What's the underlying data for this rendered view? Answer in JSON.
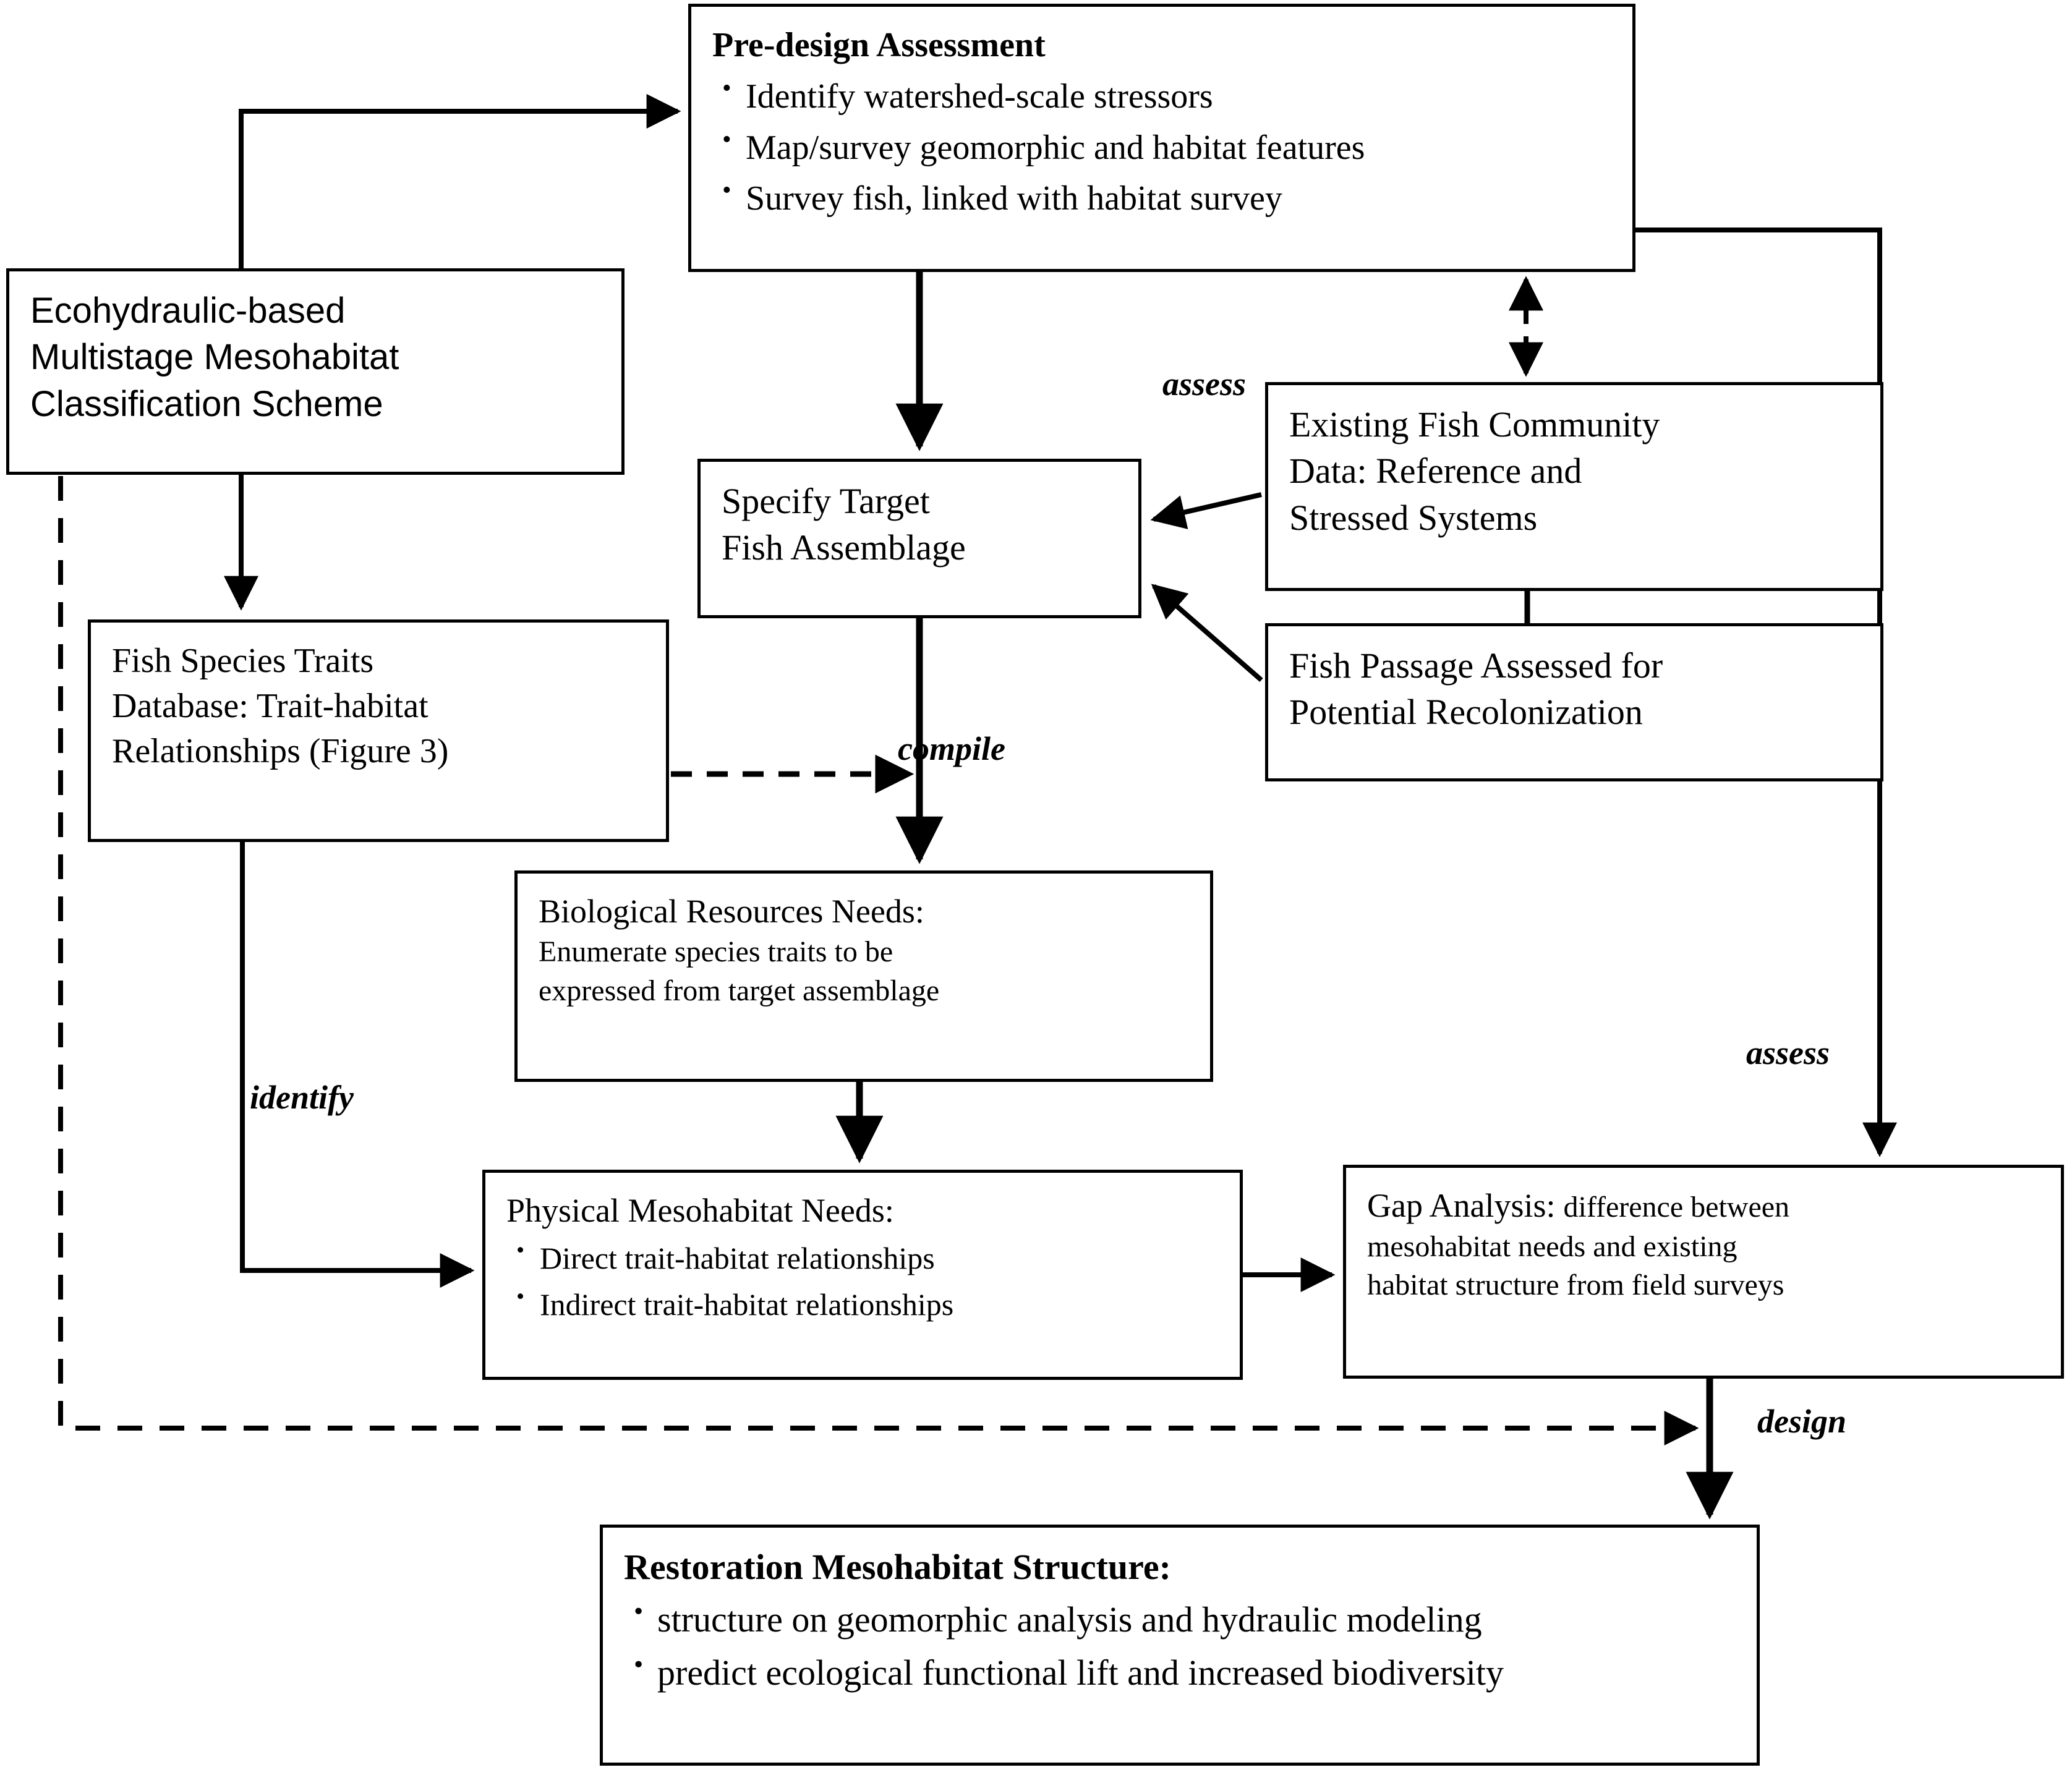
{
  "diagram": {
    "title": "Mesohabitat Restoration Design Framework",
    "stroke_color": "#000000",
    "background_color": "#ffffff"
  },
  "nodes": {
    "predesign": {
      "title": "Pre-design Assessment",
      "bullets": [
        "Identify watershed-scale stressors",
        "Map/survey geomorphic and habitat features",
        "Survey fish, linked with habitat survey"
      ]
    },
    "ecohydraulic": {
      "line1": "Ecohydraulic-based",
      "line2": "Multistage Mesohabitat",
      "line3": "Classification Scheme"
    },
    "traits": {
      "line1": "Fish Species Traits",
      "line2": "Database: Trait-habitat",
      "line3": "Relationships (Figure 3)"
    },
    "specify": {
      "line1": "Specify Target",
      "line2": "Fish Assemblage"
    },
    "existing": {
      "line1": "Existing Fish Community",
      "line2": "Data: Reference and",
      "line3": "Stressed Systems"
    },
    "passage": {
      "line1": "Fish Passage Assessed for",
      "line2": "Potential Recolonization"
    },
    "bio": {
      "title": "Biological Resources Needs:",
      "line1": "Enumerate species traits to be",
      "line2": "expressed from target assemblage"
    },
    "physical": {
      "title": "Physical Mesohabitat Needs:",
      "bullets": [
        "Direct  trait-habitat relationships",
        "Indirect trait-habitat relationships"
      ]
    },
    "gap": {
      "title": "Gap Analysis:",
      "line1": "difference between",
      "line2": "mesohabitat needs and existing",
      "line3": "habitat structure from field  surveys"
    },
    "restoration": {
      "title": "Restoration Mesohabitat Structure:",
      "bullets": [
        "structure on geomorphic analysis and hydraulic modeling",
        "predict ecological functional lift and increased biodiversity"
      ]
    }
  },
  "edge_labels": {
    "assess_top": "assess",
    "compile": "compile",
    "identify": "identify",
    "assess_right": "assess",
    "design": "design"
  },
  "edges": [
    {
      "from": "ecohydraulic",
      "to": "predesign",
      "style": "solid",
      "arrows": "one"
    },
    {
      "from": "ecohydraulic",
      "to": "traits",
      "style": "solid",
      "arrows": "one"
    },
    {
      "from": "ecohydraulic",
      "to": "design-bus",
      "style": "dashed",
      "arrows": "one"
    },
    {
      "from": "predesign",
      "to": "specify",
      "style": "solid",
      "arrows": "one",
      "label": "assess"
    },
    {
      "from": "predesign",
      "to": "gap",
      "style": "solid",
      "arrows": "one",
      "label": "assess"
    },
    {
      "from": "predesign",
      "to": "existing",
      "style": "dashed",
      "arrows": "both"
    },
    {
      "from": "existing",
      "to": "specify",
      "style": "solid",
      "arrows": "one"
    },
    {
      "from": "passage",
      "to": "specify",
      "style": "solid",
      "arrows": "one"
    },
    {
      "from": "existing",
      "to": "passage",
      "style": "solid",
      "arrows": "none"
    },
    {
      "from": "specify",
      "to": "bio",
      "style": "solid",
      "arrows": "one"
    },
    {
      "from": "traits",
      "to": "compile-bus",
      "style": "dashed",
      "arrows": "one",
      "label": "compile"
    },
    {
      "from": "traits",
      "to": "physical",
      "style": "solid",
      "arrows": "one",
      "label": "identify"
    },
    {
      "from": "bio",
      "to": "physical",
      "style": "solid",
      "arrows": "one"
    },
    {
      "from": "physical",
      "to": "gap",
      "style": "solid",
      "arrows": "one"
    },
    {
      "from": "gap",
      "to": "restoration",
      "style": "solid",
      "arrows": "one",
      "label": "design"
    }
  ]
}
